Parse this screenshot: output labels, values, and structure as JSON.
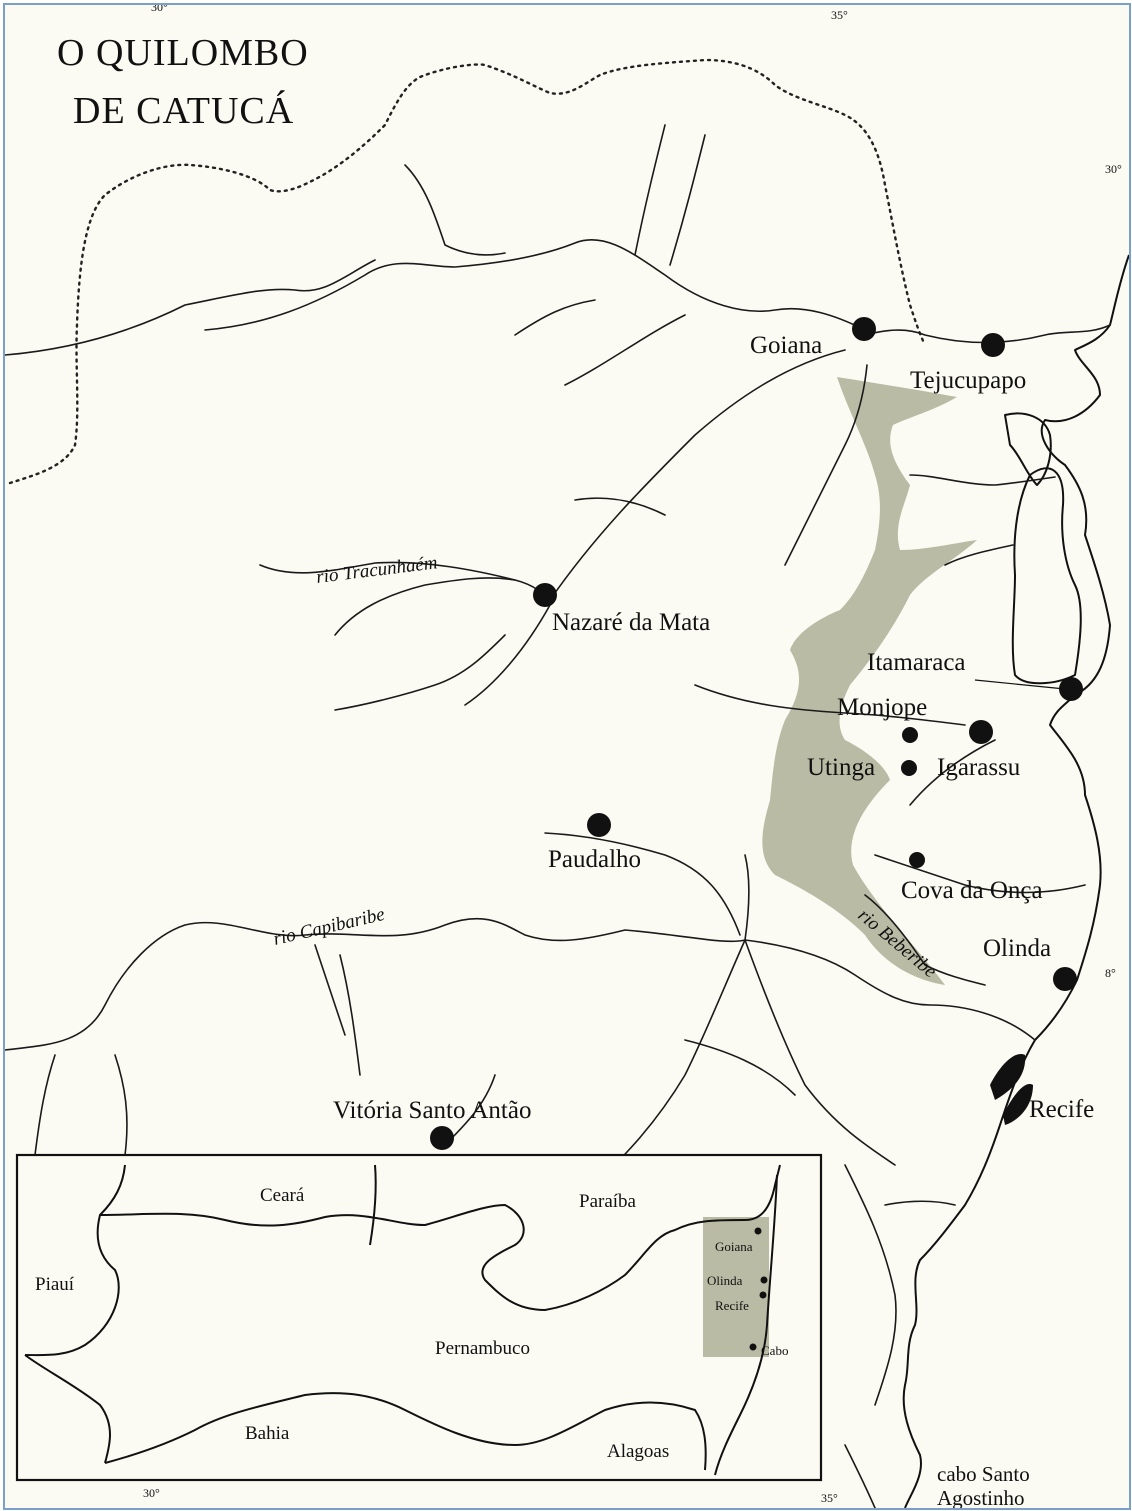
{
  "title": {
    "line1": "O QUILOMBO",
    "line2": "DE CATUCÁ"
  },
  "colors": {
    "quilombo_area": "#b9bba4",
    "ink": "#111111",
    "paper": "#fbfbf3"
  },
  "coordinates": {
    "top_left": "30°",
    "top_right": "35°",
    "right_upper": "30°",
    "right_lower": "8°",
    "bottom_left": "30°",
    "bottom_right": "35°"
  },
  "places": {
    "goiana": "Goiana",
    "tejucupapo": "Tejucupapo",
    "nazare": "Nazaré da Mata",
    "itamaraca": "Itamaraca",
    "monjope": "Monjope",
    "utinga": "Utinga",
    "igarassu": "Igarassu",
    "paudalho": "Paudalho",
    "cova": "Cova da Onça",
    "olinda": "Olinda",
    "recife": "Recife",
    "vitoria": "Vitória Santo Antão",
    "cabo_line1": "cabo Santo",
    "cabo_line2": "Agostinho"
  },
  "rivers": {
    "tracunhaem": "rio Tracunhaém",
    "capibaribe": "rio Capibaribe",
    "beberibe": "rio Beberibe"
  },
  "inset": {
    "ceara": "Ceará",
    "paraiba": "Paraíba",
    "piaui": "Piauí",
    "pernambuco": "Pernambuco",
    "bahia": "Bahia",
    "alagoas": "Alagoas",
    "goiana": "Goiana",
    "olinda": "Olinda",
    "recife": "Recife",
    "cabo": "Cabo"
  }
}
